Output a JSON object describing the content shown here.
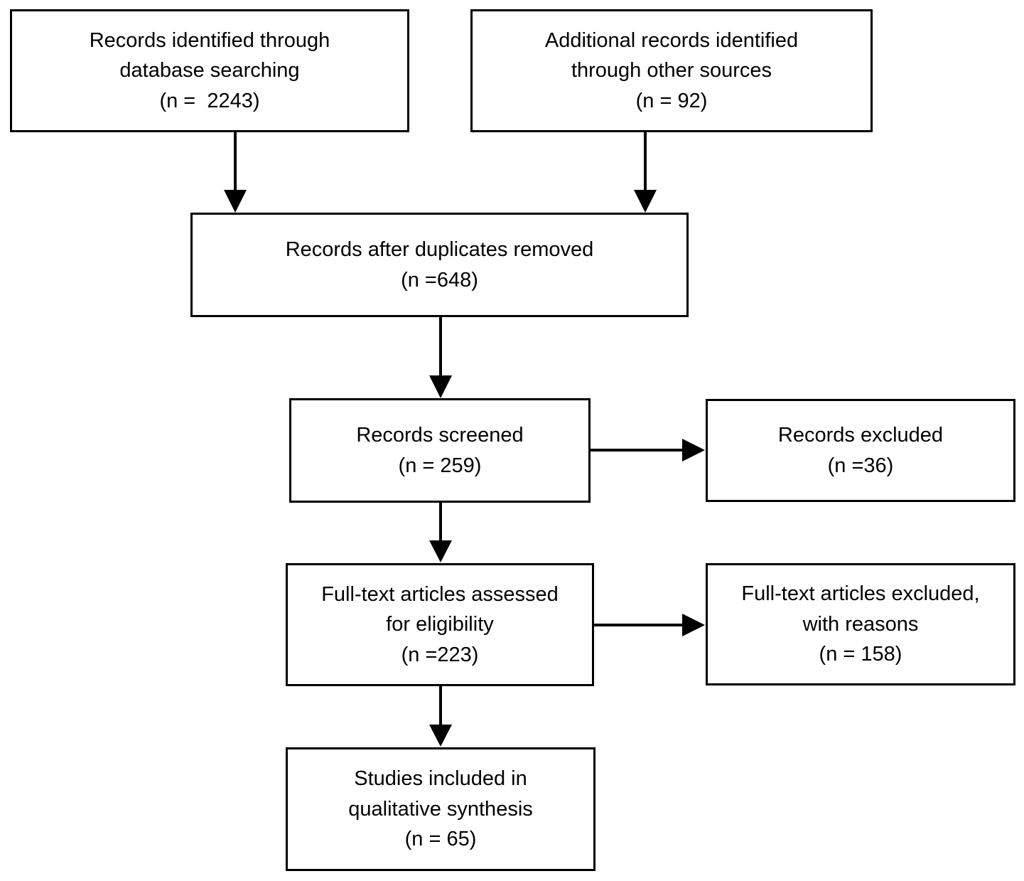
{
  "flowchart": {
    "colors": {
      "box_border": "#000000",
      "text": "#000000",
      "background": "#ffffff"
    },
    "nodes": [
      {
        "id": "records-identified",
        "text": "Records identified through\ndatabase searching\n(n =  2243)",
        "n": 2243
      },
      {
        "id": "additional-records",
        "text": "Additional records identified\nthrough other sources\n(n = 92)",
        "n": 92
      },
      {
        "id": "after-duplicates",
        "text": "Records after duplicates removed\n(n =648)",
        "n": 648
      },
      {
        "id": "records-screened",
        "text": "Records screened\n(n = 259)",
        "n": 259
      },
      {
        "id": "records-excluded",
        "text": "Records excluded\n(n =36)",
        "n": 36
      },
      {
        "id": "fulltext-assessed",
        "text": "Full-text articles assessed\nfor eligibility\n(n =223)",
        "n": 223
      },
      {
        "id": "fulltext-excluded",
        "text": "Full-text articles excluded,\nwith reasons\n(n = 158)",
        "n": 158
      },
      {
        "id": "studies-included",
        "text": "Studies included in\nqualitative synthesis\n(n = 65)",
        "n": 65
      }
    ],
    "edges": [
      {
        "from": "records-identified",
        "to": "after-duplicates"
      },
      {
        "from": "additional-records",
        "to": "after-duplicates"
      },
      {
        "from": "after-duplicates",
        "to": "records-screened"
      },
      {
        "from": "records-screened",
        "to": "records-excluded"
      },
      {
        "from": "records-screened",
        "to": "fulltext-assessed"
      },
      {
        "from": "fulltext-assessed",
        "to": "fulltext-excluded"
      },
      {
        "from": "fulltext-assessed",
        "to": "studies-included"
      }
    ]
  }
}
